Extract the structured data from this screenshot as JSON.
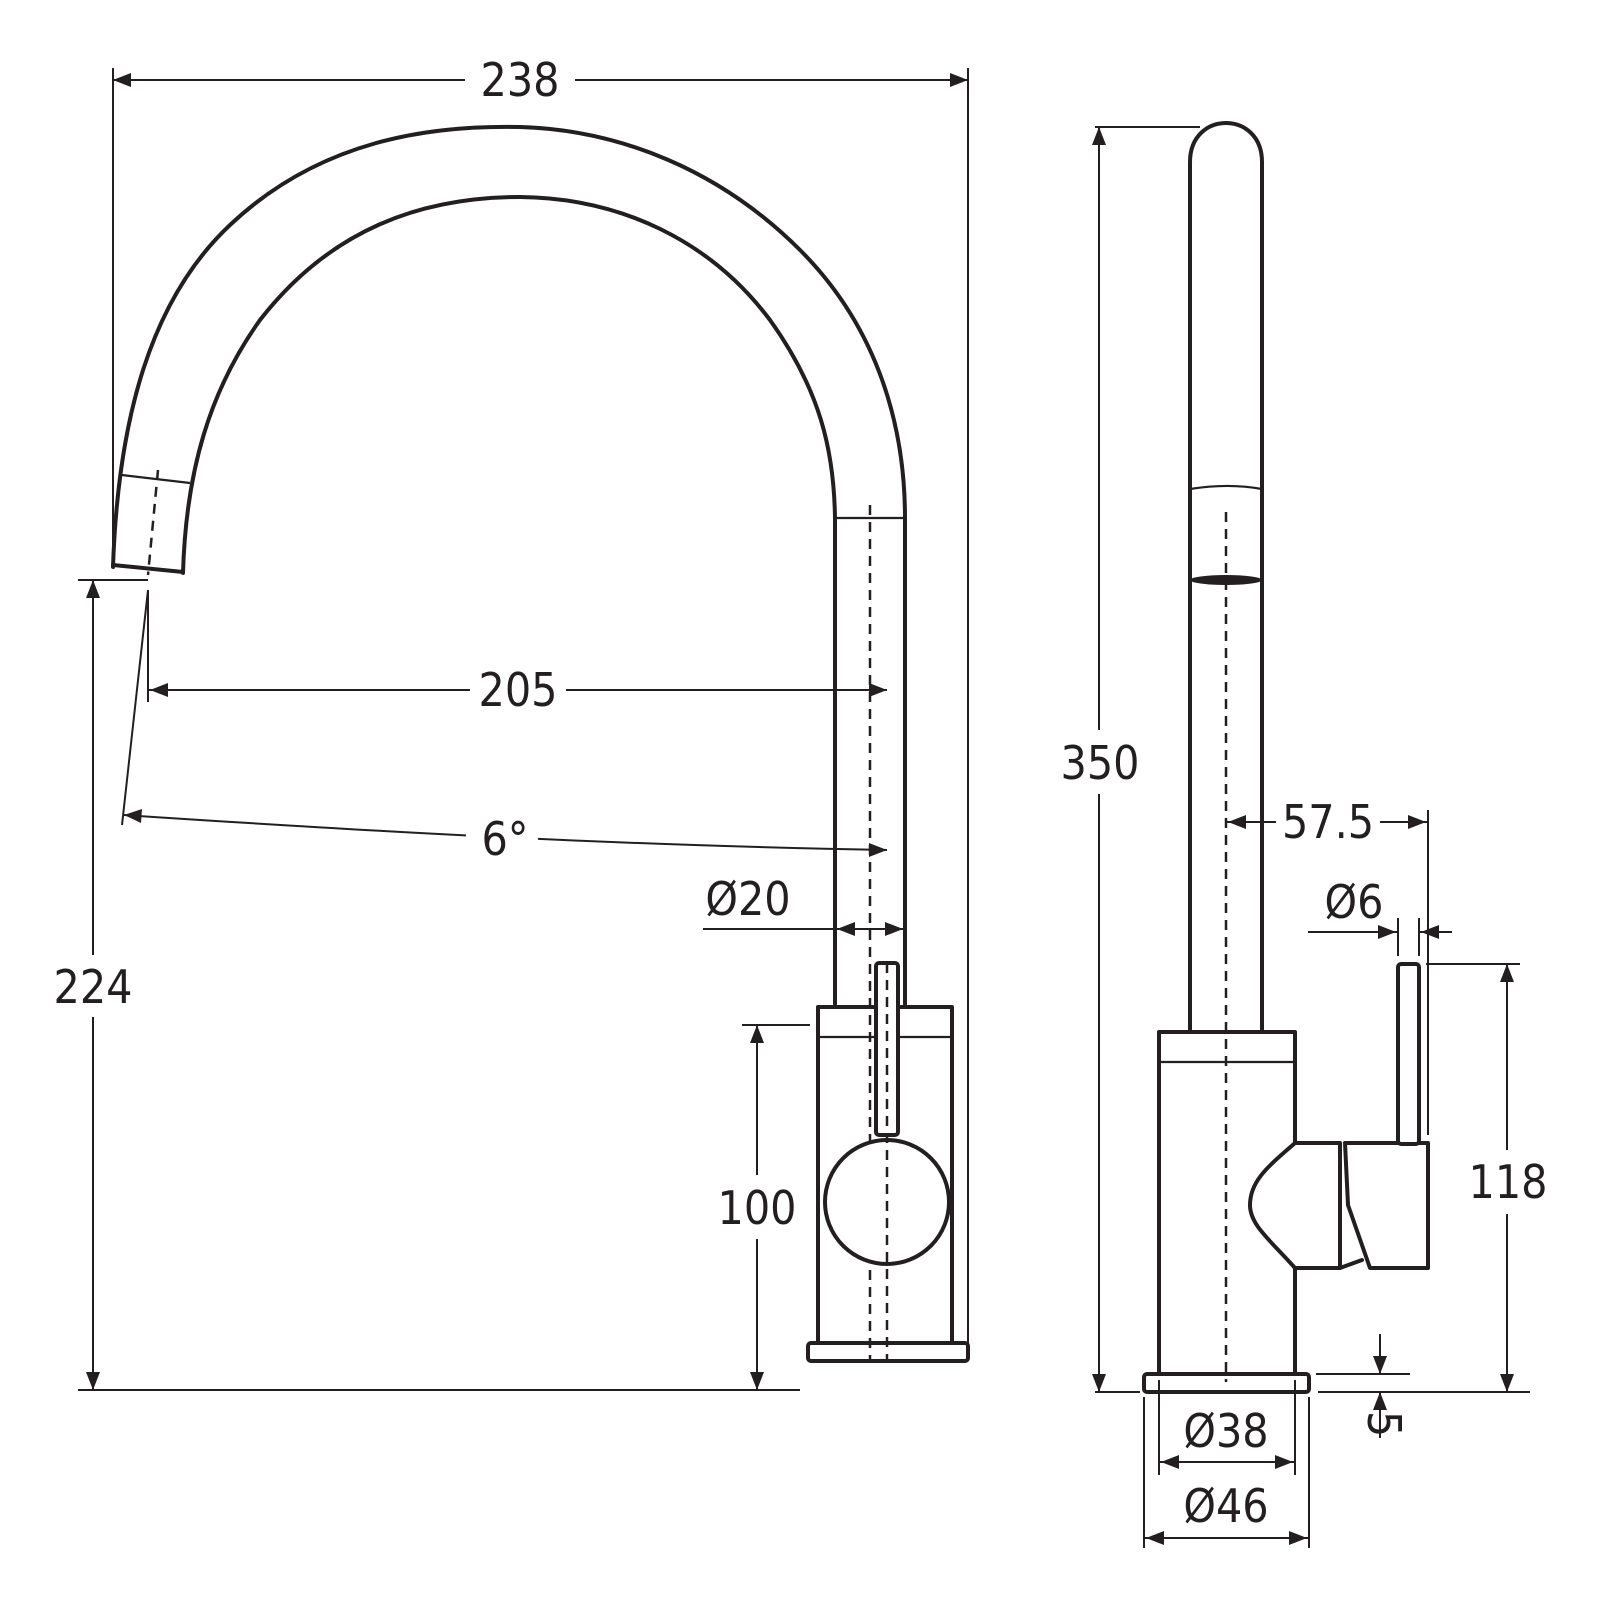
{
  "drawing": {
    "title": "Kitchen faucet dimension drawing",
    "units": "mm",
    "line_color": "#231f20",
    "background": "#ffffff",
    "views": {
      "front": {
        "name": "front-view",
        "dimensions": {
          "overall_width": "238",
          "spout_reach": "205",
          "spout_angle": "6°",
          "spout_diameter": "Ø20",
          "spout_outlet_height": "224",
          "body_height": "100"
        }
      },
      "side": {
        "name": "side-view",
        "dimensions": {
          "overall_height": "350",
          "lever_offset": "57.5",
          "lever_diameter": "Ø6",
          "lever_height": "118",
          "base_thickness": "5",
          "body_diameter": "Ø38",
          "base_diameter": "Ø46"
        }
      }
    }
  }
}
